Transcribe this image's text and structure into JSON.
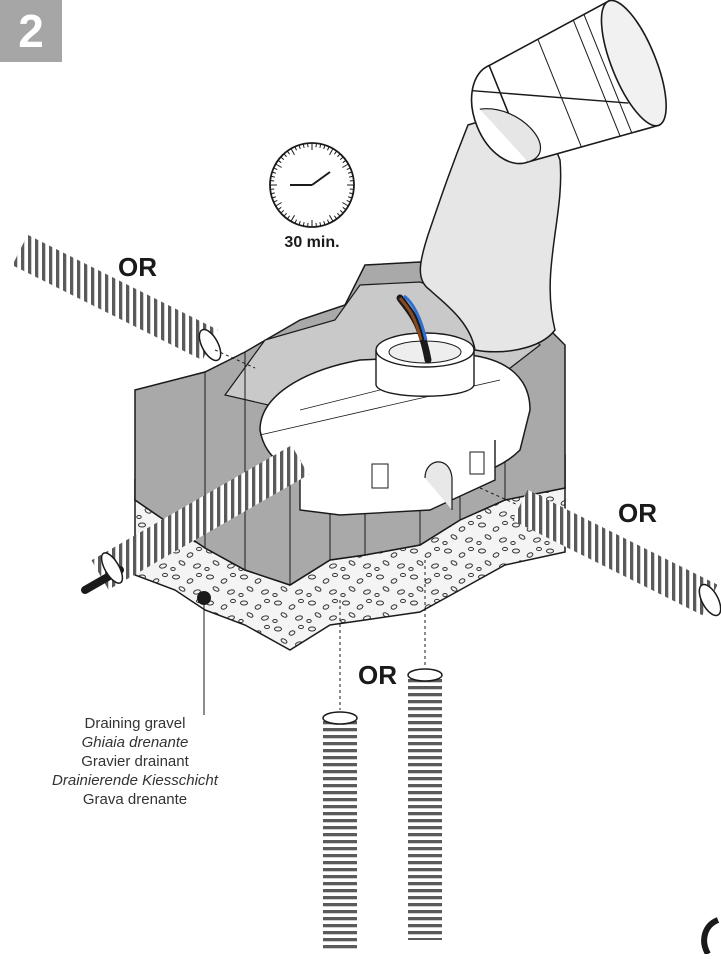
{
  "step": {
    "number": "2"
  },
  "clock": {
    "label": "30 min."
  },
  "or_labels": {
    "top_left": "OR",
    "right": "OR",
    "bottom": "OR"
  },
  "gravel_legend": {
    "line1": "Draining gravel",
    "line2": "Ghiaia drenante",
    "line3": "Gravier drainant",
    "line4": "Drainierende Kiesschicht",
    "line5": "Grava drenante"
  },
  "colors": {
    "badge": "#a6a6a6",
    "wall": "#a9a9a9",
    "wall_light": "#c4c4c4",
    "concrete": "#e6e6e6",
    "gravel": "#f4f4f4",
    "line": "#1a1a1a"
  }
}
